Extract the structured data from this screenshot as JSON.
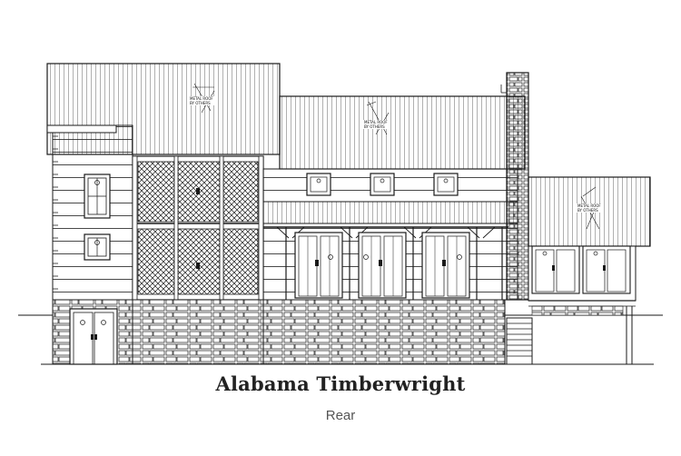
{
  "caption": {
    "title": "Alabama Timberwright",
    "subtitle": "Rear"
  },
  "drawing": {
    "roof_note_line1": "METAL ROOF",
    "roof_note_line2": "BY OTHERS"
  },
  "colors": {
    "line": "#1a1a1a",
    "background": "#ffffff",
    "title": "#222222",
    "subtitle": "#555555"
  }
}
